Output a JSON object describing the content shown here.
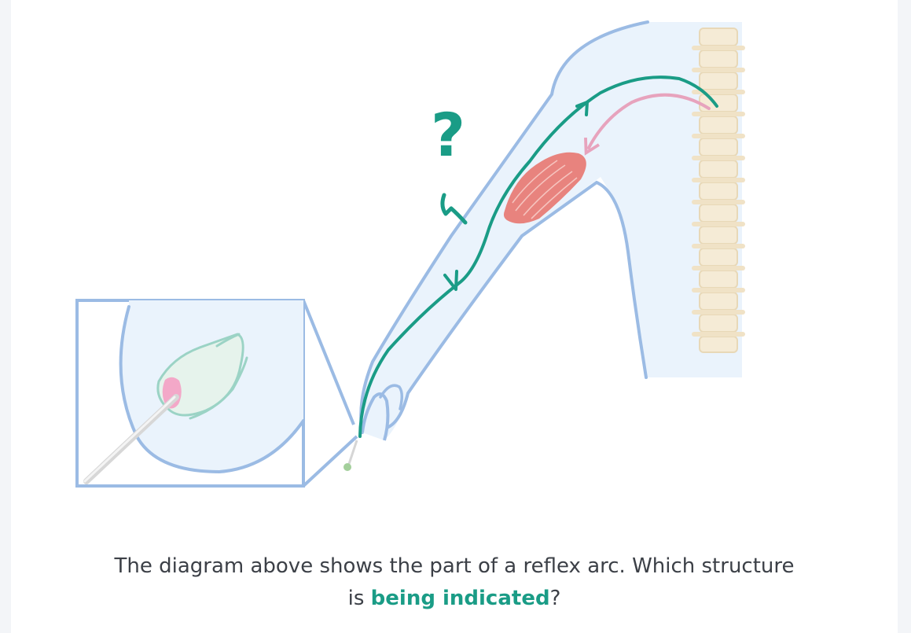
{
  "question": {
    "line1": "The diagram above shows the part of a reflex arc. Which structure",
    "line2_prefix": "is ",
    "highlight": "being indicated",
    "line2_suffix": "?"
  },
  "diagram": {
    "question_mark": "?"
  },
  "colors": {
    "accent": "#1a9c86",
    "outline": "#9bbbe4",
    "skin": "#eaf3fc",
    "muscle": "#e8837e",
    "motor_neuron": "#e7a3bd",
    "spine": "#f5ebd6",
    "text": "#3c4047"
  },
  "icons": [
    "spinal-column-icon",
    "muscle-icon",
    "cotton-swab-icon",
    "sensory-neuron-icon",
    "motor-neuron-icon"
  ]
}
